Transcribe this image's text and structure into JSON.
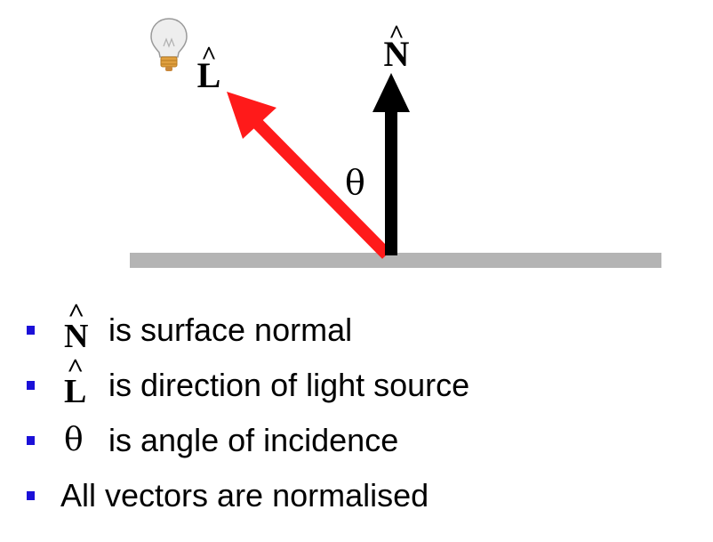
{
  "diagram": {
    "light_vector_symbol": "L",
    "normal_vector_symbol": "N",
    "hat_mark": "^",
    "angle_symbol": "θ",
    "icons": [
      "light-bulb-icon"
    ],
    "colors": {
      "light_arrow": "#ff1a1a",
      "normal_arrow": "#000000",
      "surface": "#b4b4b4",
      "bullet": "#1b10d8"
    }
  },
  "legend": [
    {
      "symbol": "N",
      "hat": "^",
      "text": "is surface normal"
    },
    {
      "symbol": "L",
      "hat": "^",
      "text": "is direction of light source"
    },
    {
      "symbol": "θ",
      "hat": "",
      "text": "is angle of incidence"
    },
    {
      "symbol": "",
      "hat": "",
      "text": "All vectors are normalised"
    }
  ]
}
